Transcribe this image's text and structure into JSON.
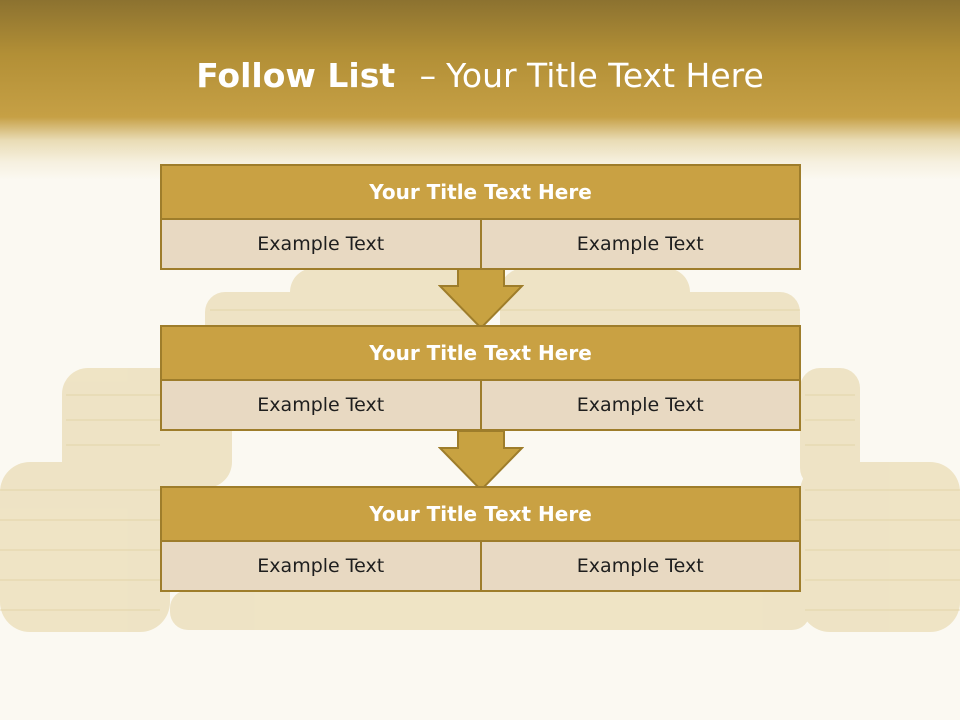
{
  "slide": {
    "title_bold": "Follow List",
    "title_dash": "–",
    "title_rest": "Your Title Text Here"
  },
  "boxes": [
    {
      "title": "Your Title Text Here",
      "left": "Example Text",
      "right": "Example Text"
    },
    {
      "title": "Your Title Text Here",
      "left": "Example Text",
      "right": "Example Text"
    },
    {
      "title": "Your Title Text Here",
      "left": "Example Text",
      "right": "Example Text"
    }
  ],
  "colors": {
    "header_gold": "#c6a045",
    "box_title_fill": "#c9a143",
    "box_border": "#9e7d2b",
    "cell_fill": "#e8d9c2",
    "arrow_fill": "#c8a241"
  },
  "icons": [
    "down-arrow-icon",
    "down-arrow-icon"
  ]
}
